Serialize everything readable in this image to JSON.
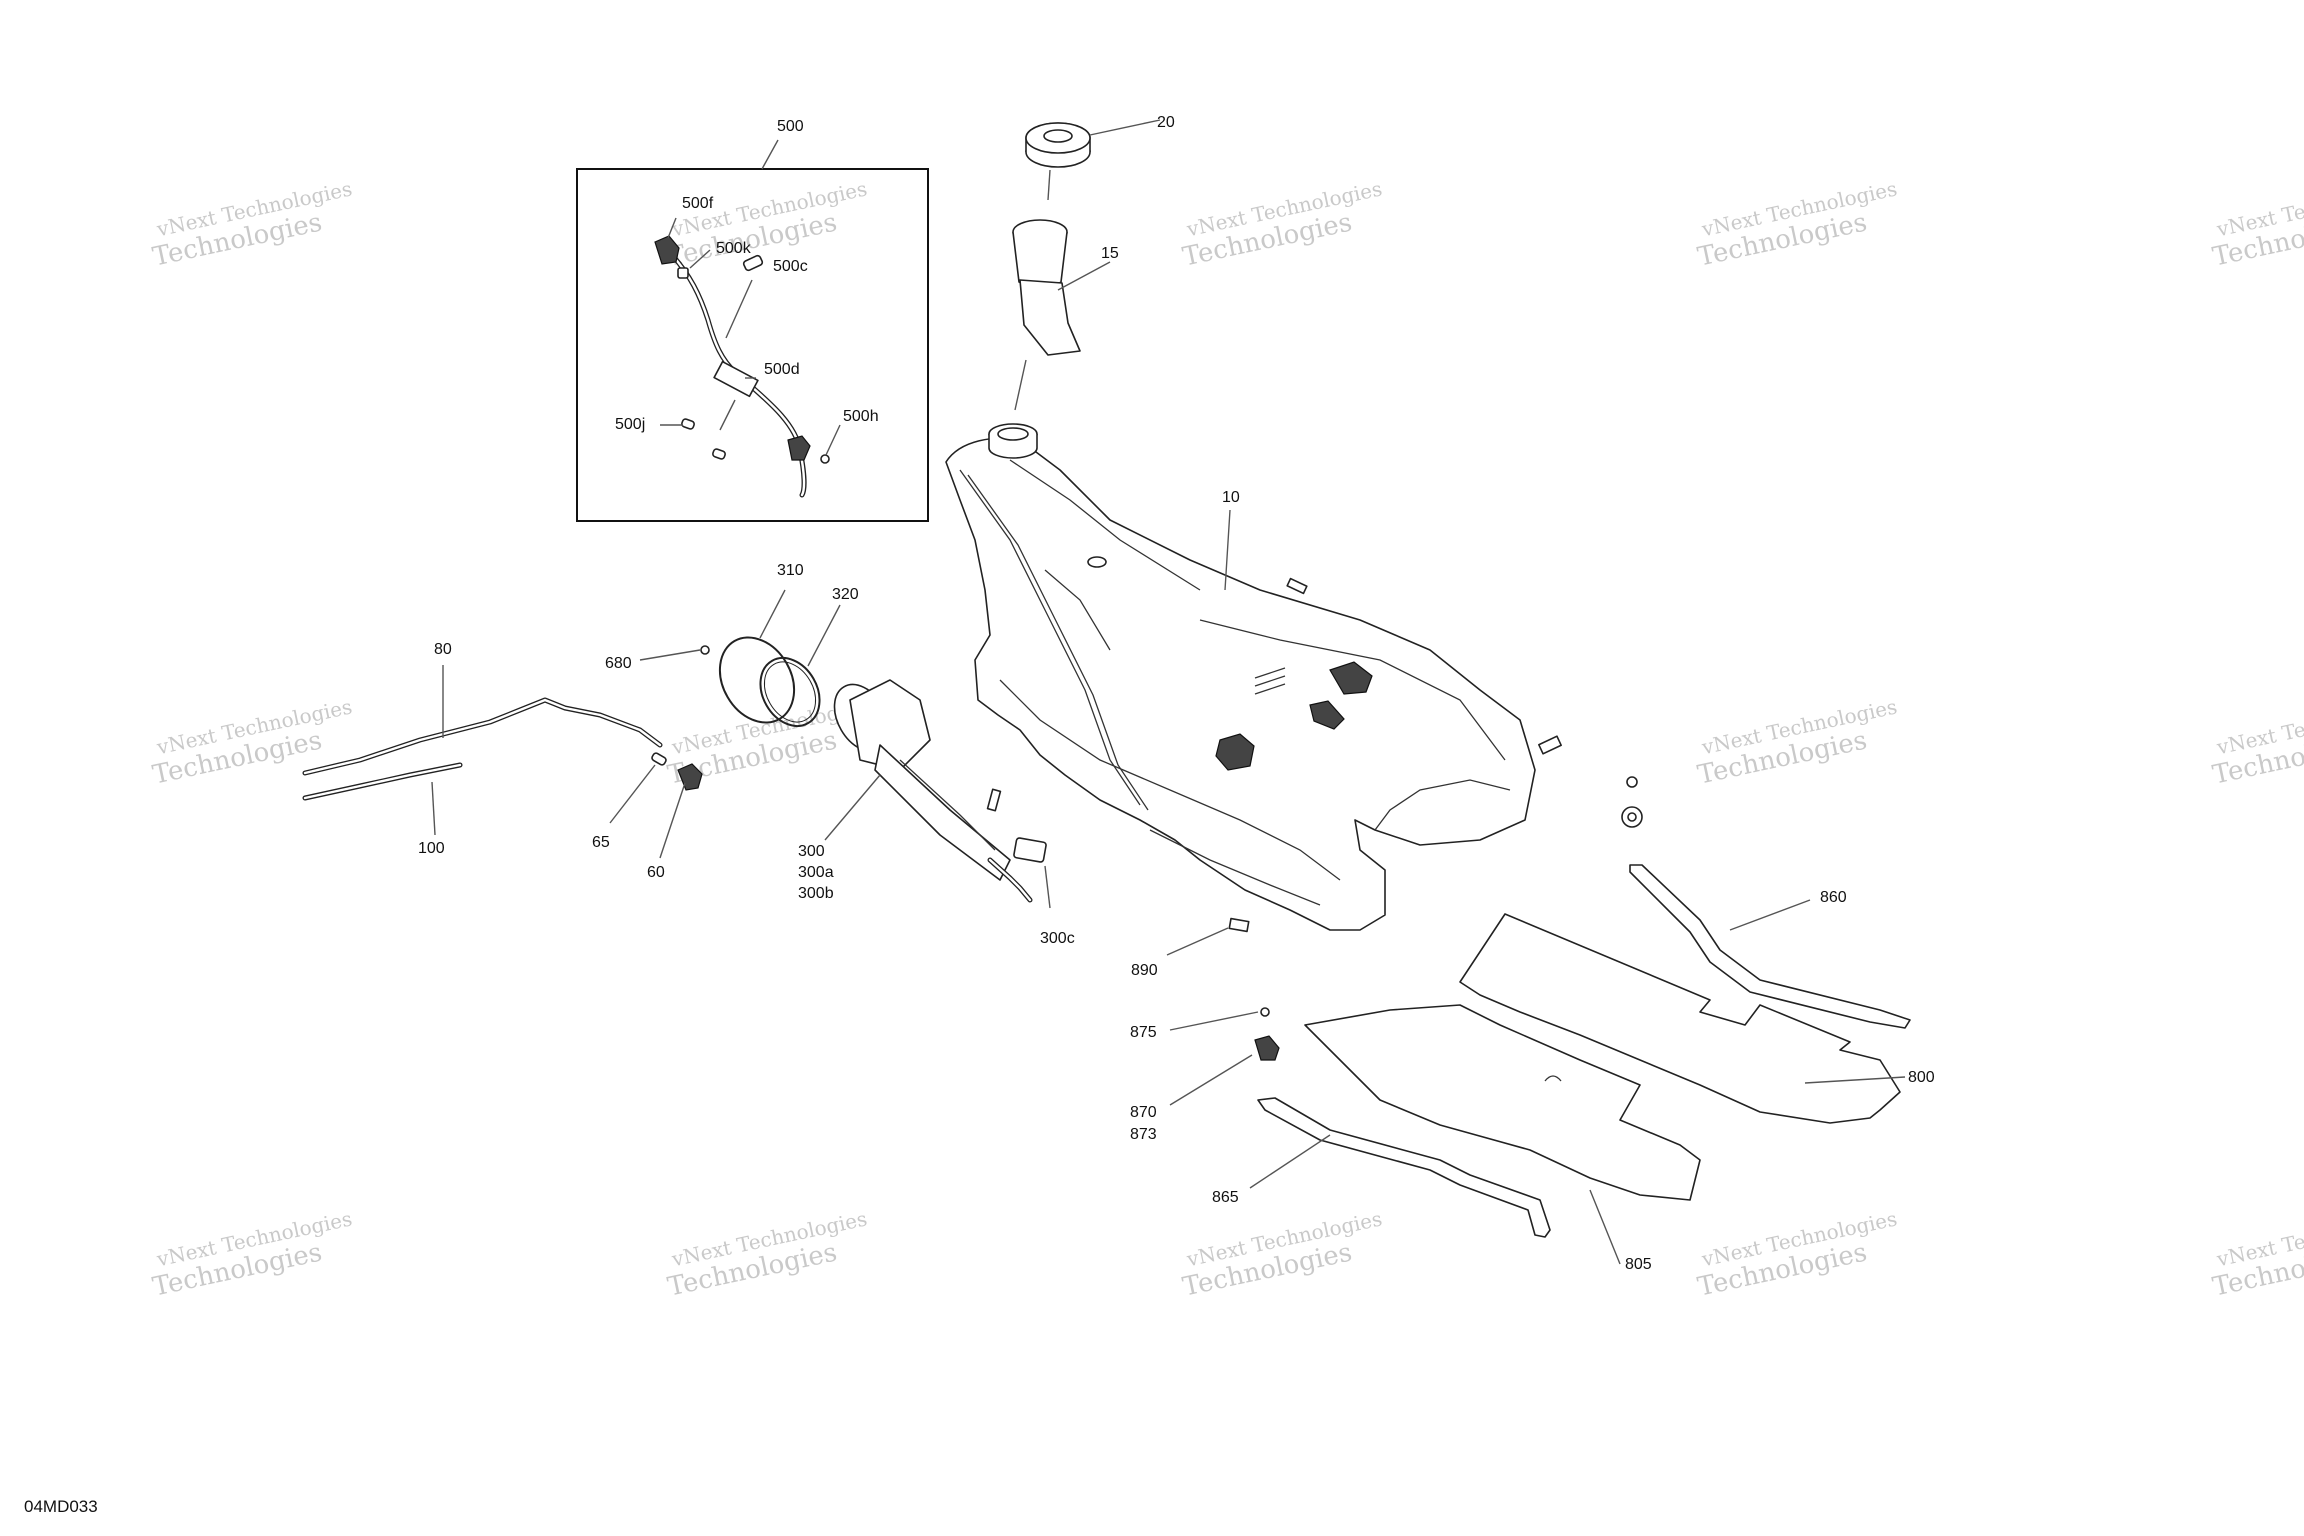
{
  "watermark": {
    "line1": "vNext Technologies",
    "line2": "Technologies"
  },
  "diagram_code": "04MD033",
  "callouts": {
    "c10": "10",
    "c15": "15",
    "c20": "20",
    "c60": "60",
    "c65": "65",
    "c80": "80",
    "c100": "100",
    "c300": "300",
    "c300a": "300a",
    "c300b": "300b",
    "c300c": "300c",
    "c310": "310",
    "c320": "320",
    "c500": "500",
    "c500c": "500c",
    "c500d": "500d",
    "c500f": "500f",
    "c500h": "500h",
    "c500j": "500j",
    "c500k": "500k",
    "c680": "680",
    "c800": "800",
    "c805": "805",
    "c860": "860",
    "c865": "865",
    "c870": "870",
    "c873": "873",
    "c875": "875",
    "c890": "890"
  }
}
